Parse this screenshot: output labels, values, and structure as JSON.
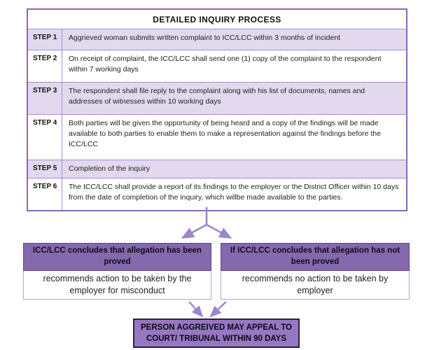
{
  "process_table": {
    "title": "DETAILED INQUIRY PROCESS",
    "rows": [
      {
        "label": "STEP 1",
        "text": "Aggrieved woman submits written complaint to ICC/LCC within 3 months of incident"
      },
      {
        "label": "STEP 2",
        "text": "On receipt of complaint, the ICC/LCC shall send one (1) copy of the complaint to the respondent within 7 working days"
      },
      {
        "label": "STEP 3",
        "text": "The respondent shall file reply to the complaint along with his list of documents, names and addresses of witnesses within 10 working days"
      },
      {
        "label": "STEP 4",
        "text": "Both parties will be given the opportunity of being heard and a copy of the findings will be made available to both parties to enable them to make a representation against the findings before the ICC/LCC"
      },
      {
        "label": "STEP 5",
        "text": "Completion of the inquiry"
      },
      {
        "label": "STEP 6",
        "text": "The ICC/LCC shall provide a report of its findings to the employer or the District Officer within 10 days from the date of completion of the inquiry, which willbe made available to the parties."
      }
    ]
  },
  "outcomes": {
    "left": {
      "header": "ICC/LCC concludes that allegation has been proved",
      "body": "recommends action to be taken by the employer for misconduct"
    },
    "right": {
      "header": "If ICC/LCC concludes that allegation has not been proved",
      "body": "recommends no action to be taken by employer"
    }
  },
  "final_box": {
    "text": "PERSON AGGREIVED MAY APPEAL TO COURT/ TRIBUNAL WITHIN 90 DAYS"
  },
  "colors": {
    "table_border": "#8a68b5",
    "row_divider": "#a78dcb",
    "row_stripe": "#e2d9ef",
    "outcome_header": "#8568ae",
    "final_box_fill": "#9577c2",
    "final_box_border": "#2b2135",
    "arrow": "#9c85cd"
  }
}
